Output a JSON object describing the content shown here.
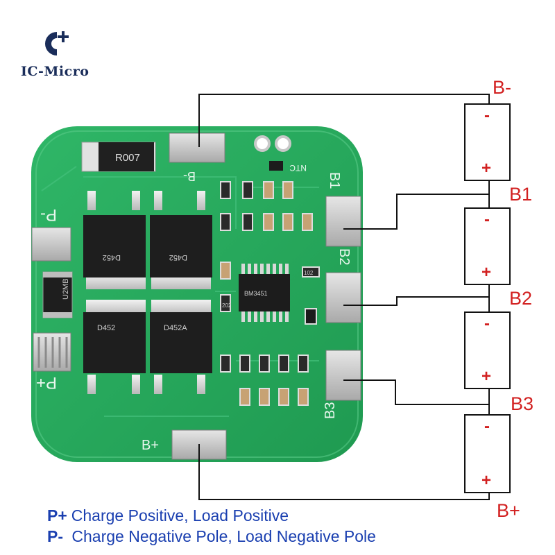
{
  "brand": {
    "name": "IC-Micro",
    "color": "#1a2d5a"
  },
  "board": {
    "silkscreen": {
      "b_minus": "B-",
      "b_plus": "B+",
      "p_minus": "P-",
      "p_plus": "P+",
      "b1": "B1",
      "b2": "B2",
      "b3": "B3",
      "ntc": "NTC",
      "r007": "R007",
      "u2mb": "U2MB",
      "ic_marking": "BM3451",
      "mosfet_top_left": "D452",
      "mosfet_top_right": "D452",
      "mosfet_bottom_left": "D452",
      "mosfet_bottom_right": "D452A",
      "r_102": "102",
      "r_202": "202"
    },
    "pcb_color": "#27a85a"
  },
  "connections": {
    "labels": [
      "B-",
      "B1",
      "B2",
      "B3",
      "B+"
    ],
    "cell_positive": "+",
    "cell_negative": "-",
    "label_color": "#d22020"
  },
  "legend": [
    {
      "key": "P+",
      "text": "Charge Positive, Load Positive"
    },
    {
      "key": "P-",
      "text": " Charge Negative Pole, Load Negative Pole"
    }
  ],
  "legend_color": "#1a3fb0"
}
